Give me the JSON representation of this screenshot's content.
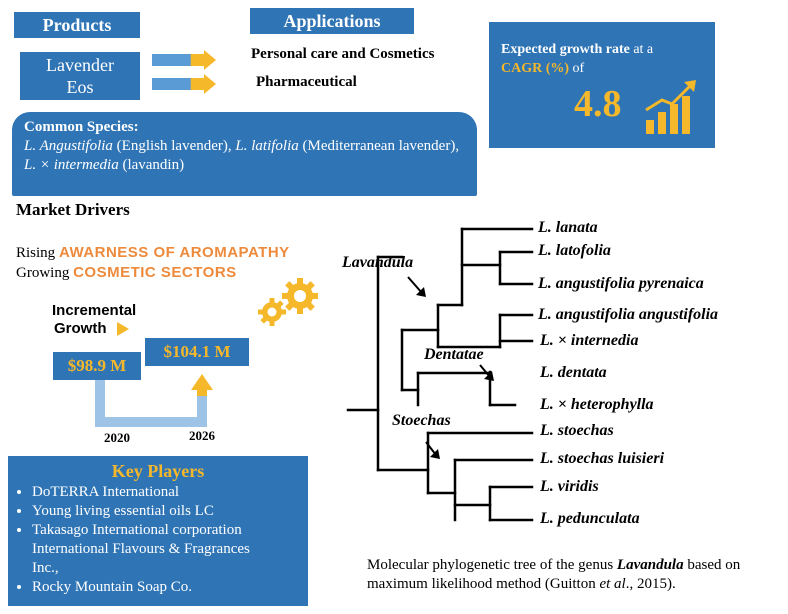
{
  "products": {
    "header": "Products",
    "lavender_line1": "Lavender",
    "lavender_line2": "Eos"
  },
  "applications": {
    "header": "Applications",
    "item1": "Personal care and Cosmetics",
    "item2": "Pharmaceutical"
  },
  "growth": {
    "line1": "Expected growth rate",
    "line1b": " at a",
    "line2": "CAGR (%)",
    "line2b": " of",
    "value": "4.8"
  },
  "species": {
    "title": "Common Species:",
    "s1_name": "L. Angustifolia",
    "s1_desc": " (English lavender), ",
    "s2_name": "L. latifolia",
    "s2_desc": " (Mediterranean lavender), ",
    "s3_name": "L. × intermedia",
    "s3_desc": " (lavandin)"
  },
  "drivers": {
    "title": "Market Drivers",
    "line1_prefix": "Rising ",
    "line1_highlight": "AWARNESS OF AROMAPATHY",
    "line2_prefix": "Growing ",
    "line2_highlight": "COSMETIC SECTORS"
  },
  "incremental": {
    "line1": "Incremental",
    "line2": "Growth",
    "value_2020": "$98.9 M",
    "value_2026": "$104.1 M",
    "year_start": "2020",
    "year_end": "2026"
  },
  "key_players": {
    "title": "Key Players",
    "items": [
      "DoTERRA International",
      "Young living essential oils LC",
      "Takasago International corporation",
      "International Flavours & Fragrances",
      "Inc.,",
      "Rocky Mountain Soap Co."
    ]
  },
  "tree": {
    "clade_lavandula": "Lavandula",
    "clade_dentatae": "Dentatae",
    "clade_stoechas": "Stoechas",
    "leaves": [
      "L. lanata",
      "L. latofolia",
      "L. angustifolia pyrenaica",
      "L. angustifolia angustifolia",
      "L. × internedia",
      "L. dentata",
      "L. × heterophylla",
      "L. stoechas",
      "L. stoechas luisieri",
      "L. viridis",
      "L. pedunculata"
    ]
  },
  "caption": {
    "part1": "Molecular phylogenetic tree of the genus ",
    "genus": "Lavandula",
    "part2": " based on maximum likelihood method (Guitton ",
    "etal": "et al",
    "part3": "., 2015)."
  },
  "colors": {
    "blue": "#2f74b5",
    "gold": "#f5b82b",
    "orange": "#ee8a3b"
  },
  "icons": [
    "right-arrow-icon",
    "bar-growth-icon",
    "gear-icon",
    "play-arrow-icon",
    "up-arrow-icon"
  ]
}
